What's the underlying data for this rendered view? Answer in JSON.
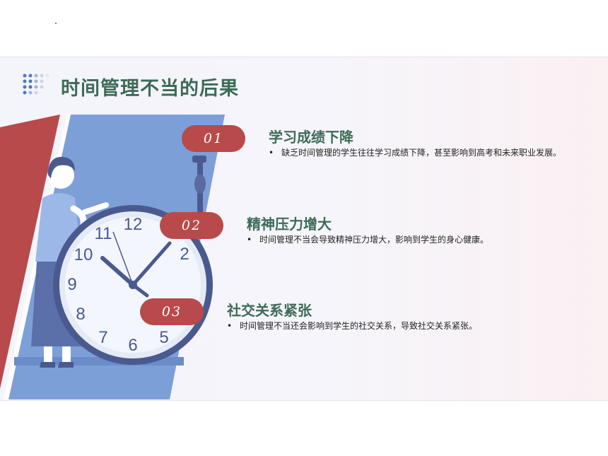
{
  "header": {
    "title": "时间管理不当的后果"
  },
  "items": [
    {
      "number": "01",
      "title": "学习成绩下降",
      "bullet": "•",
      "description": "缺乏时间管理的学生往往学习成绩下降，甚至影响到高考和未来职业发展。"
    },
    {
      "number": "02",
      "title": "精神压力增大",
      "bullet": "•",
      "description": "时间管理不当会导致精神压力增大，影响到学生的身心健康。"
    },
    {
      "number": "03",
      "title": "社交关系紧张",
      "bullet": "•",
      "description": "时间管理不当还会影响到学生的社交关系，导致社交关系紧张。"
    }
  ],
  "illustration": {
    "clock_numbers": [
      "12",
      "11",
      "10",
      "9",
      "8",
      "7",
      "6",
      "5",
      "2"
    ]
  },
  "colors": {
    "accent_red": "#b84a4b",
    "title_green": "#3d6b57",
    "illustration_blue": "#7d9fd8",
    "clock_navy": "#4a5a8e"
  }
}
